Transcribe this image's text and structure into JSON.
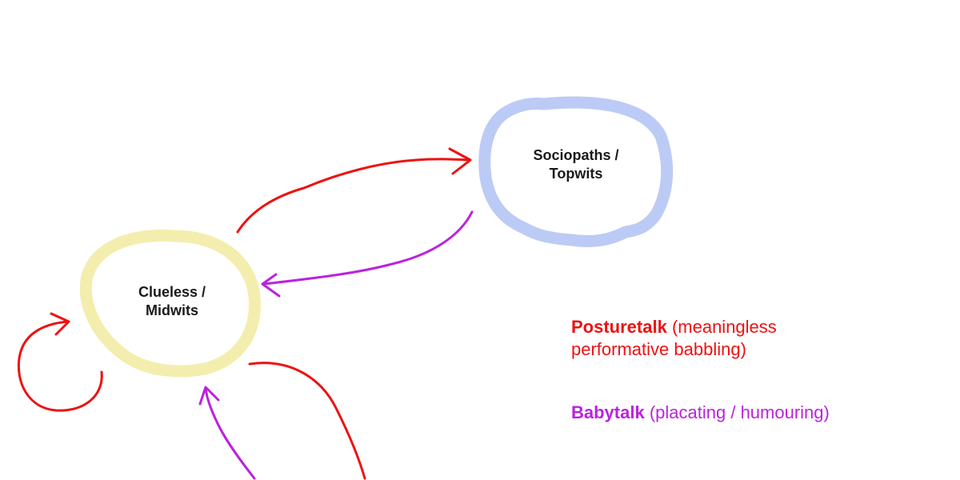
{
  "nodes": {
    "sociopaths": {
      "line1": "Sociopaths /",
      "line2": "Topwits",
      "color": "#bccbf5"
    },
    "clueless": {
      "line1": "Clueless /",
      "line2": "Midwits",
      "color": "#f3eeae"
    }
  },
  "legend": {
    "posturetalk": {
      "term": "Posturetalk",
      "description": "(meaningless performative babbling)",
      "color": "#ee1111"
    },
    "babytalk": {
      "term": "Babytalk",
      "description": "(placating / humouring)",
      "color": "#bb22dd"
    }
  }
}
